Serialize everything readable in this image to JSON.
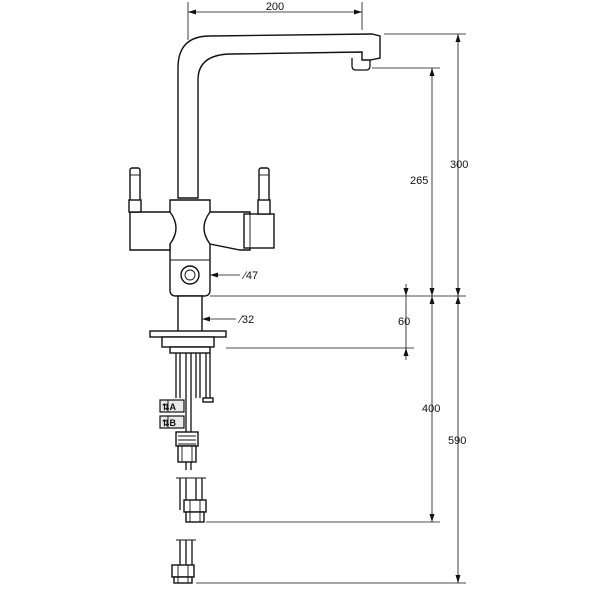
{
  "diagram": {
    "subject": "tap-technical-drawing",
    "dimensions": {
      "spout_reach": "200",
      "height_to_outlet": "265",
      "overall_height": "300",
      "body_diameter": "∕47",
      "shank_diameter": "∕32",
      "shank_length": "60",
      "hose_length": "400",
      "total_length": "590"
    },
    "hose_tags": {
      "top": "⇅A",
      "bottom": "⇅B"
    }
  }
}
